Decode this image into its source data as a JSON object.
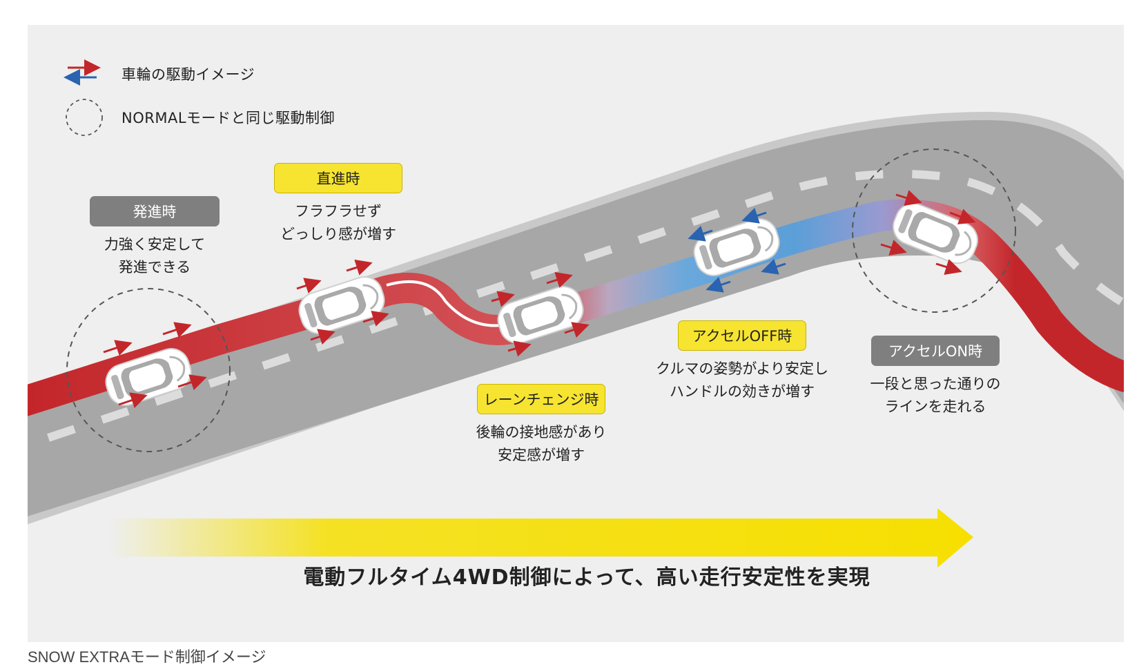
{
  "legend": {
    "drive_label": "車輪の駆動イメージ",
    "normal_label": "NORMALモードと同じ駆動制御"
  },
  "stages": {
    "start": {
      "badge": "発進時",
      "line1": "力強く安定して",
      "line2": "発進できる"
    },
    "straight": {
      "badge": "直進時",
      "line1": "フラフラせず",
      "line2": "どっしり感が増す"
    },
    "lane_change": {
      "badge": "レーンチェンジ時",
      "line1": "後輪の接地感があり",
      "line2": "安定感が増す"
    },
    "accel_off": {
      "badge": "アクセルOFF時",
      "line1": "クルマの姿勢がより安定し",
      "line2": "ハンドルの効きが増す"
    },
    "accel_on": {
      "badge": "アクセルON時",
      "line1": "一段と思った通りの",
      "line2": "ラインを走れる"
    }
  },
  "banner": {
    "text": "電動フルタイム4WD制御によって、高い走行安定性を実現"
  },
  "caption": "SNOW EXTRAモード制御イメージ",
  "colors": {
    "background": "#eeefee",
    "road": "#a7a7a7",
    "road_edge": "#c9c9c9",
    "drive_red": "#c3262a",
    "regen_blue": "#5b9fd8",
    "badge_yellow": "#f6e430",
    "badge_gray": "#7f7f7f",
    "banner_yellow": "#f6df00"
  },
  "icons": [
    "drive-arrows-icon",
    "dashed-circle-icon",
    "car-icon",
    "arrow-icon"
  ]
}
